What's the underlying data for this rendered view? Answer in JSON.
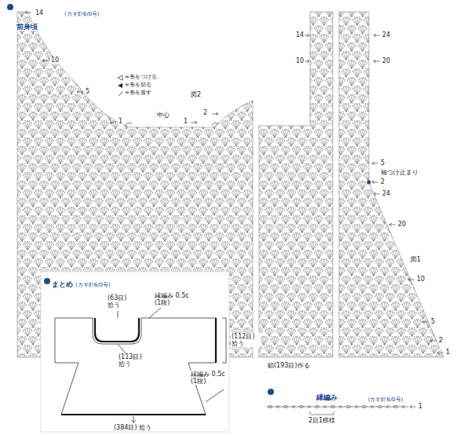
{
  "diagram": {
    "title": "前身頃",
    "nodes": [
      {
        "text": [
          "まとめ",
          "(カギ針6/0号)"
        ]
      }
    ],
    "labels": [
      "(カギ針6/0号)",
      "14",
      "10",
      "5",
      "1",
      "中心",
      "1",
      "2",
      "図2",
      "14",
      "24",
      "10",
      "20",
      "5",
      "袖つけ止まり",
      "2",
      "24",
      "20",
      "図1",
      "10",
      "5",
      "2",
      "1",
      "鎖(193目)作る",
      "(63目) 拾う",
      "縁編み 0.5c (1段)",
      "(113目) 拾う",
      "(112目) 拾う",
      "縁編み 0.5c (1段)",
      "(384目) 拾う",
      "縁編み",
      "(カギ針6/0号)",
      "1",
      "2目1模様"
    ],
    "legend": [
      {
        "text": "=糸をつける"
      },
      {
        "text": "=糸を切る"
      },
      {
        "text": "=糸を渡す"
      }
    ]
  }
}
